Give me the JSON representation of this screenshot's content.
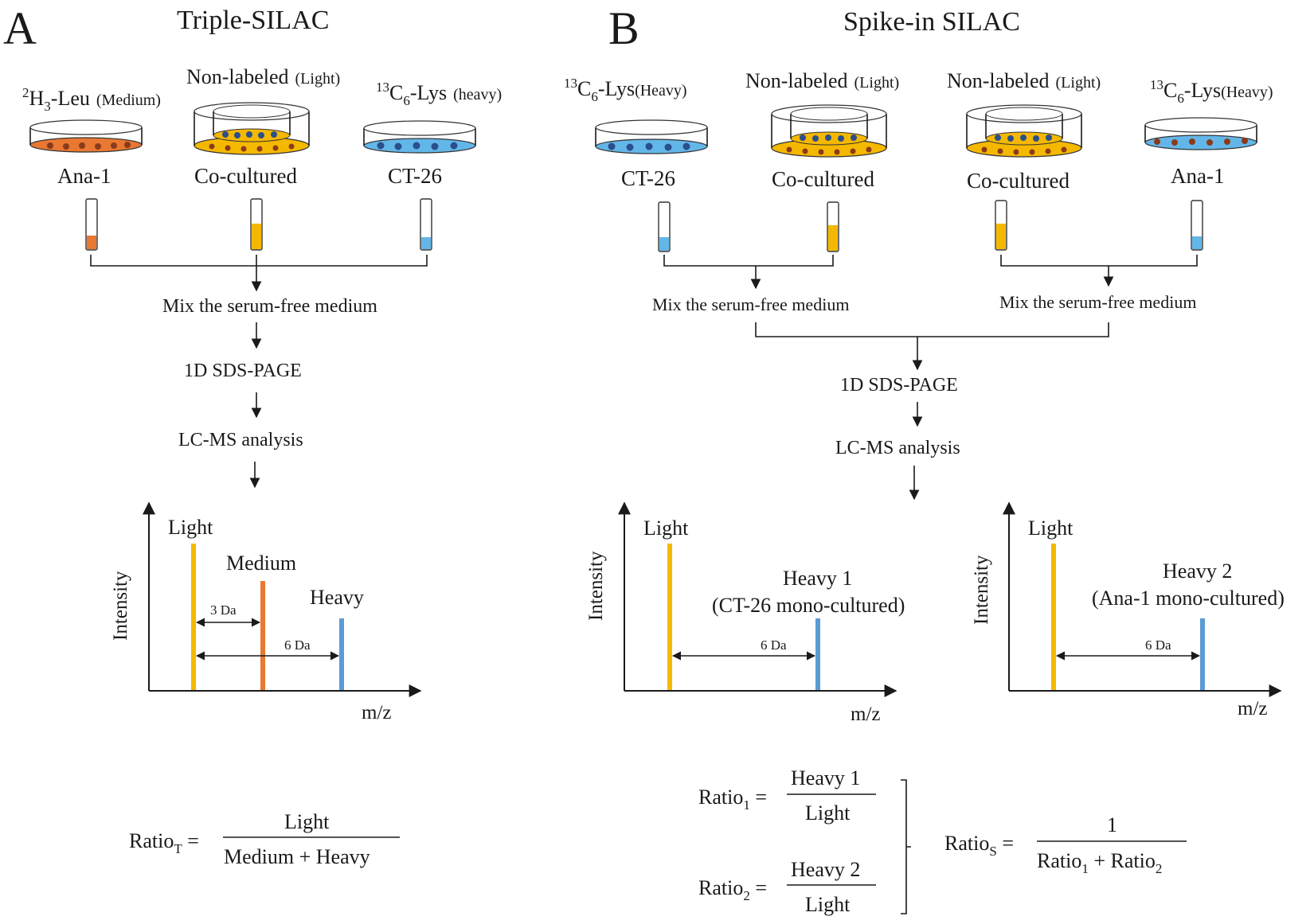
{
  "colors": {
    "light": "#f5b800",
    "medium": "#e87832",
    "heavy": "#5b9bd5",
    "cell_dot_brown": "#8b3a1a",
    "cell_dot_blue": "#2a4f8a",
    "medium_fill": "#e87832",
    "heavy_fill": "#63b6e8",
    "light_fill": "#f5b800"
  },
  "panel_a": {
    "letter": "A",
    "title": "Triple-SILAC",
    "labels": {
      "medium_main": "H",
      "medium_sup": "2",
      "medium_sub": "3",
      "medium_rest": "-Leu",
      "medium_tag": "(Medium)",
      "light_main": "Non-labeled",
      "light_tag": "(Light)",
      "heavy_sup": "13",
      "heavy_main": "C",
      "heavy_sub": "6",
      "heavy_rest": "-Lys",
      "heavy_tag": "(heavy)"
    },
    "cells": [
      "Ana-1",
      "Co-cultured",
      "CT-26"
    ],
    "steps": [
      "Mix  the  serum-free   medium",
      "1D SDS-PAGE",
      "LC-MS analysis"
    ],
    "spectrum": {
      "ylabel": "Intensity",
      "xlabel": "m/z",
      "peaks": [
        "Light",
        "Medium",
        "Heavy"
      ],
      "shift_1": "3 Da",
      "shift_2": "6 Da"
    },
    "formula": {
      "lhs": "Ratio",
      "lhs_sub": "T",
      "numerator": "Light",
      "denominator": "Medium + Heavy"
    }
  },
  "panel_b": {
    "letter": "B",
    "title": "Spike-in SILAC",
    "labels": {
      "heavy_sup": "13",
      "heavy_main": "C",
      "heavy_sub": "6",
      "heavy_rest": "-Lys",
      "heavy_tag": "(Heavy)",
      "light_main": "Non-labeled",
      "light_tag": "(Light)"
    },
    "cells": [
      "CT-26",
      "Co-cultured",
      "Co-cultured",
      "Ana-1"
    ],
    "steps": [
      "Mix  the  serum-free   medium",
      "Mix  the  serum-free   medium",
      "1D SDS-PAGE",
      "LC-MS analysis"
    ],
    "spectrum_1": {
      "ylabel": "Intensity",
      "xlabel": "m/z",
      "light": "Light",
      "heavy": "Heavy 1",
      "heavy_note": "(CT-26 mono-cultured)",
      "shift": "6 Da"
    },
    "spectrum_2": {
      "ylabel": "Intensity",
      "xlabel": "m/z",
      "light": "Light",
      "heavy": "Heavy 2",
      "heavy_note": "(Ana-1 mono-cultured)",
      "shift": "6 Da"
    },
    "formula_1": {
      "lhs": "Ratio",
      "lhs_sub": "1",
      "numerator": "Heavy 1",
      "denominator": "Light"
    },
    "formula_2": {
      "lhs": "Ratio",
      "lhs_sub": "2",
      "numerator": "Heavy 2",
      "denominator": "Light"
    },
    "formula_s": {
      "lhs": "Ratio",
      "lhs_sub": "S",
      "numerator": "1",
      "den_a": "Ratio",
      "den_a_sub": "1",
      "den_plus": " + ",
      "den_b": "Ratio",
      "den_b_sub": "2"
    }
  }
}
